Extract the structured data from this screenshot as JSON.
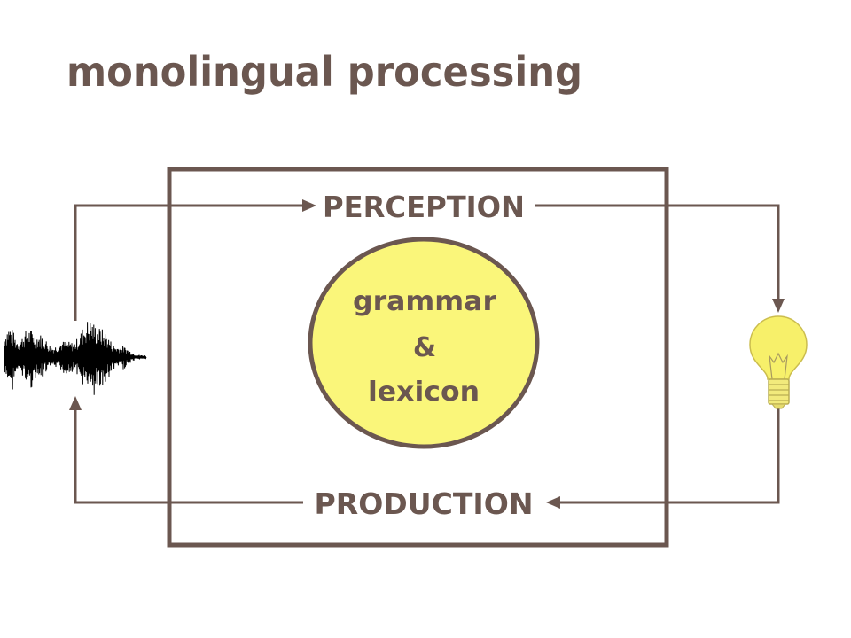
{
  "title": "monolingual processing",
  "diagram": {
    "perception_label": "PERCEPTION",
    "production_label": "PRODUCTION",
    "core": {
      "line1": "grammar",
      "line2": "&",
      "line3": "lexicon"
    }
  },
  "icons": {
    "left": "speech-waveform-icon",
    "right": "lightbulb-icon"
  },
  "colors": {
    "ink": "#6b5750",
    "core_fill": "#faf67a",
    "bulb_fill": "#f7f06a",
    "waveform": "#000000",
    "background": "#ffffff"
  }
}
